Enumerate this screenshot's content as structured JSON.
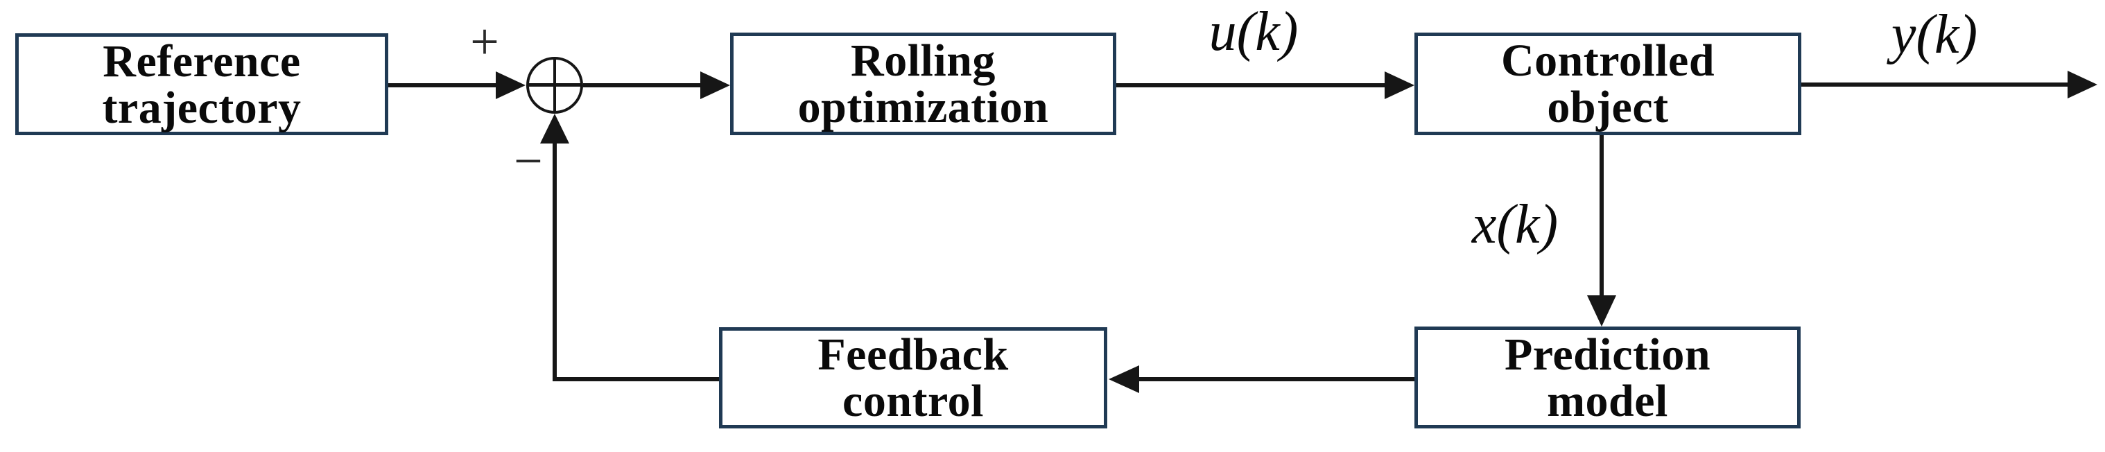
{
  "diagram": {
    "type": "control-block-diagram",
    "blocks": {
      "reference": {
        "line1": "Reference",
        "line2": "trajectory"
      },
      "rolling": {
        "line1": "Rolling",
        "line2": "optimization"
      },
      "controlled": {
        "line1": "Controlled",
        "line2": "object"
      },
      "feedback": {
        "line1": "Feedback",
        "line2": "control"
      },
      "prediction": {
        "line1": "Prediction",
        "line2": "model"
      }
    },
    "signals": {
      "u": "u(k)",
      "y": "y(k)",
      "x": "x(k)"
    },
    "junction": {
      "plus": "+",
      "minus": "−"
    }
  },
  "colors": {
    "background": "#ffffff",
    "box_border": "#203a54",
    "box_fill": "#ffffff",
    "line": "#161616",
    "text": "#0a0a0a",
    "sign": "#2a2a2a"
  }
}
